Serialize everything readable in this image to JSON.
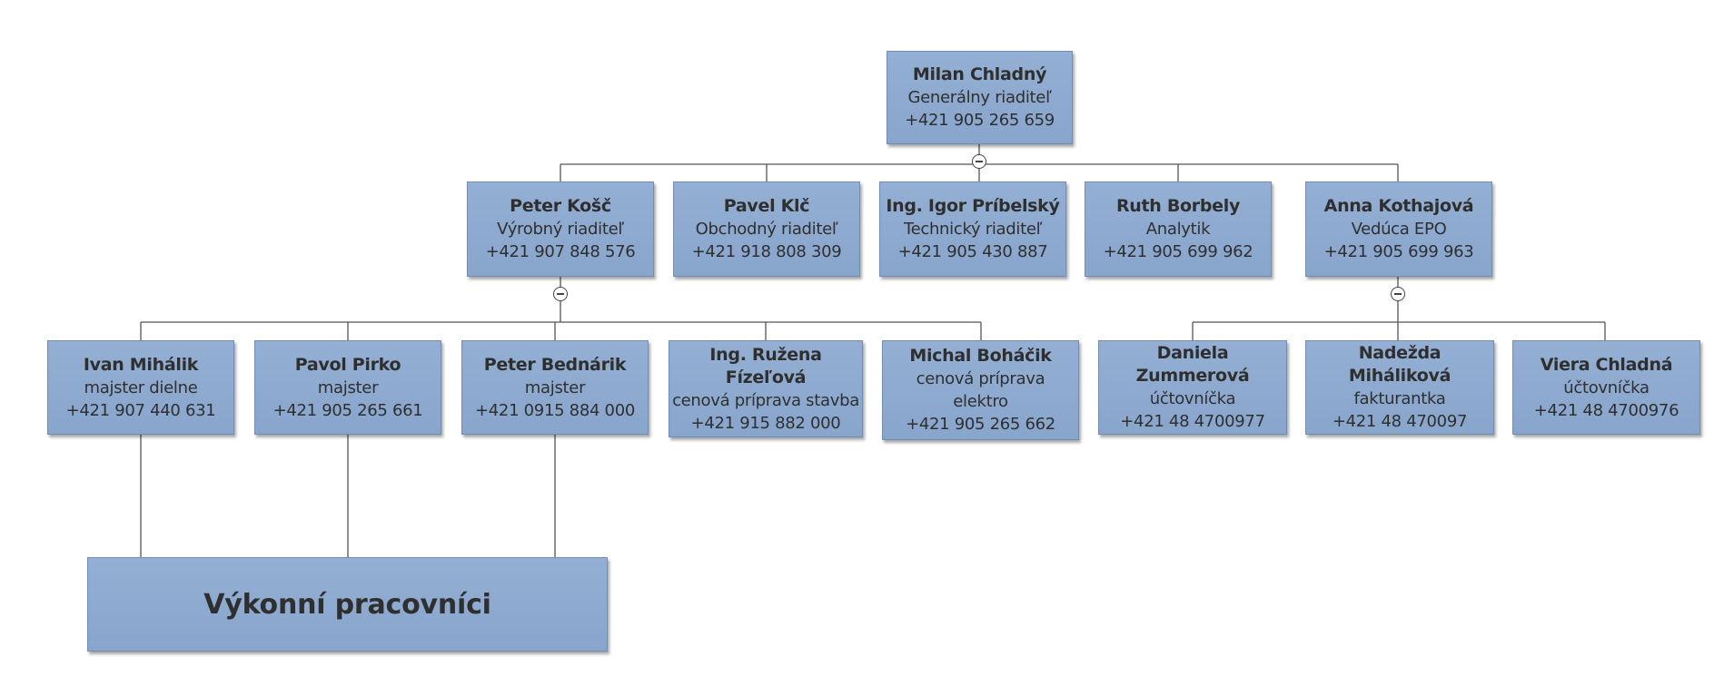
{
  "org": {
    "ceo": {
      "name": "Milan Chladný",
      "role": "Generálny riaditeľ",
      "phone": "+421 905 265 659"
    },
    "directors": [
      {
        "name": "Peter Košč",
        "role": "Výrobný riaditeľ",
        "phone": "+421 907 848 576"
      },
      {
        "name": "Pavel Klč",
        "role": "Obchodný riaditeľ",
        "phone": "+421 918 808 309"
      },
      {
        "name": "Ing. Igor Príbelský",
        "role": "Technický riaditeľ",
        "phone": "+421 905 430 887"
      },
      {
        "name": "Ruth Borbely",
        "role": "Analytik",
        "phone": "+421 905 699 962"
      },
      {
        "name": "Anna Kothajová",
        "role": "Vedúca EPO",
        "phone": "+421 905 699 963"
      }
    ],
    "production": [
      {
        "name": "Ivan Mihálik",
        "role": "majster dielne",
        "phone": "+421 907 440 631"
      },
      {
        "name": "Pavol Pirko",
        "role": "majster",
        "phone": "+421 905 265 661"
      },
      {
        "name": "Peter Bednárik",
        "role": "majster",
        "phone": "+421 0915 884 000"
      },
      {
        "name": "Ing. Ružena Fízeľová",
        "role": "cenová príprava stavba",
        "phone": "+421 915 882 000"
      },
      {
        "name": "Michal Boháčik",
        "role": "cenová príprava elektro",
        "phone": "+421 905 265 662"
      }
    ],
    "economic": [
      {
        "name": "Daniela Zummerová",
        "role": "účtovníčka",
        "phone": "+421 48 4700977"
      },
      {
        "name": "Nadežda Miháliková",
        "role": "fakturantka",
        "phone": "+421 48 470097"
      },
      {
        "name": "Viera Chladná",
        "role": "účtovníčka",
        "phone": "+421 48 4700976"
      }
    ],
    "workers": {
      "name": "Výkonní pracovníci"
    }
  },
  "colors": {
    "node_fill": "#8eaad0",
    "node_border": "#6f8db5",
    "line": "#555555",
    "text": "#2f2f2f"
  }
}
